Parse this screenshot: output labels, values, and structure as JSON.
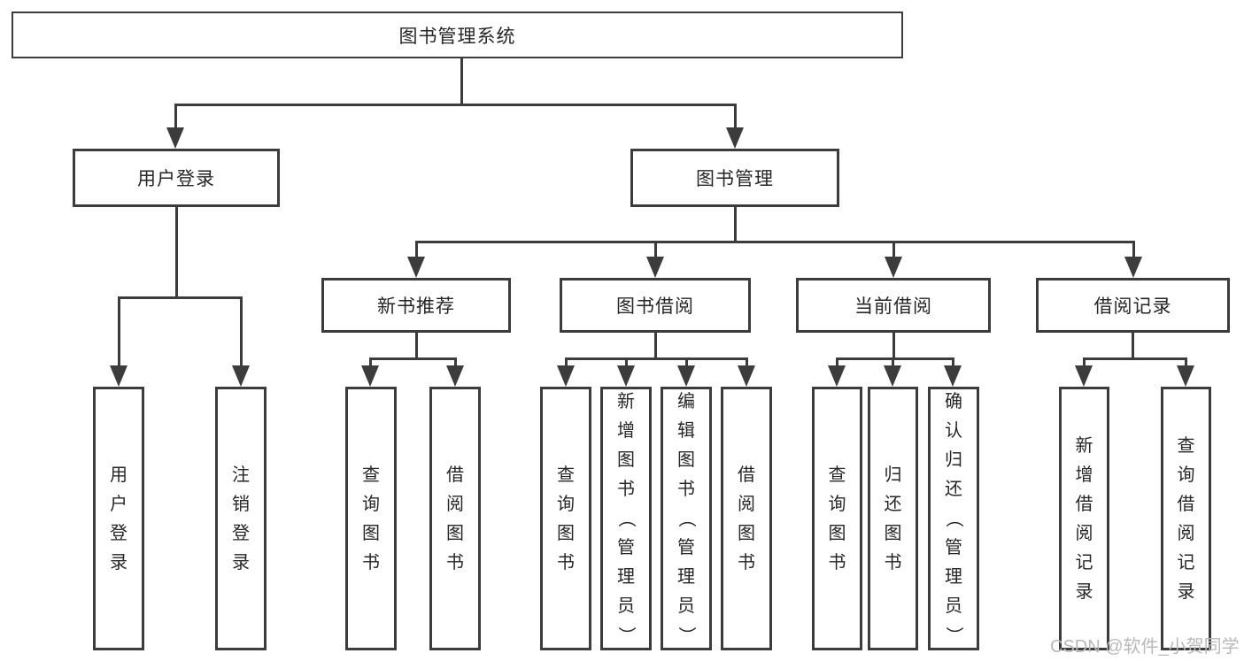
{
  "diagram": {
    "type": "tree",
    "title": "图书管理系统",
    "tree": {
      "root": {
        "label": "图书管理系统"
      },
      "level2": [
        {
          "label": "用户登录"
        },
        {
          "label": "图书管理"
        }
      ],
      "level3": [
        {
          "label": "新书推荐",
          "parent": "图书管理"
        },
        {
          "label": "图书借阅",
          "parent": "图书管理"
        },
        {
          "label": "当前借阅",
          "parent": "图书管理"
        },
        {
          "label": "借阅记录",
          "parent": "图书管理"
        }
      ],
      "leaves": [
        {
          "label": "用户登录",
          "parent": "用户登录"
        },
        {
          "label": "注销登录",
          "parent": "用户登录"
        },
        {
          "label": "查询图书",
          "parent": "新书推荐"
        },
        {
          "label": "借阅图书",
          "parent": "新书推荐"
        },
        {
          "label": "查询图书",
          "parent": "图书借阅"
        },
        {
          "label": "新增图书（管理员）",
          "parent": "图书借阅"
        },
        {
          "label": "编辑图书（管理员）",
          "parent": "图书借阅"
        },
        {
          "label": "借阅图书",
          "parent": "图书借阅"
        },
        {
          "label": "查询图书",
          "parent": "当前借阅"
        },
        {
          "label": "归还图书",
          "parent": "当前借阅"
        },
        {
          "label": "确认归还（管理员）",
          "parent": "当前借阅"
        },
        {
          "label": "新增借阅记录",
          "parent": "借阅记录"
        },
        {
          "label": "查询借阅记录",
          "parent": "借阅记录"
        }
      ]
    },
    "colors": {
      "line": "#3c3c3c",
      "box_border": "#3c3c3c",
      "text": "#262626",
      "background": "#ffffff",
      "watermark": "#b9b9b9"
    }
  },
  "watermark": {
    "text": "CSDN @软件_小贺同学"
  }
}
